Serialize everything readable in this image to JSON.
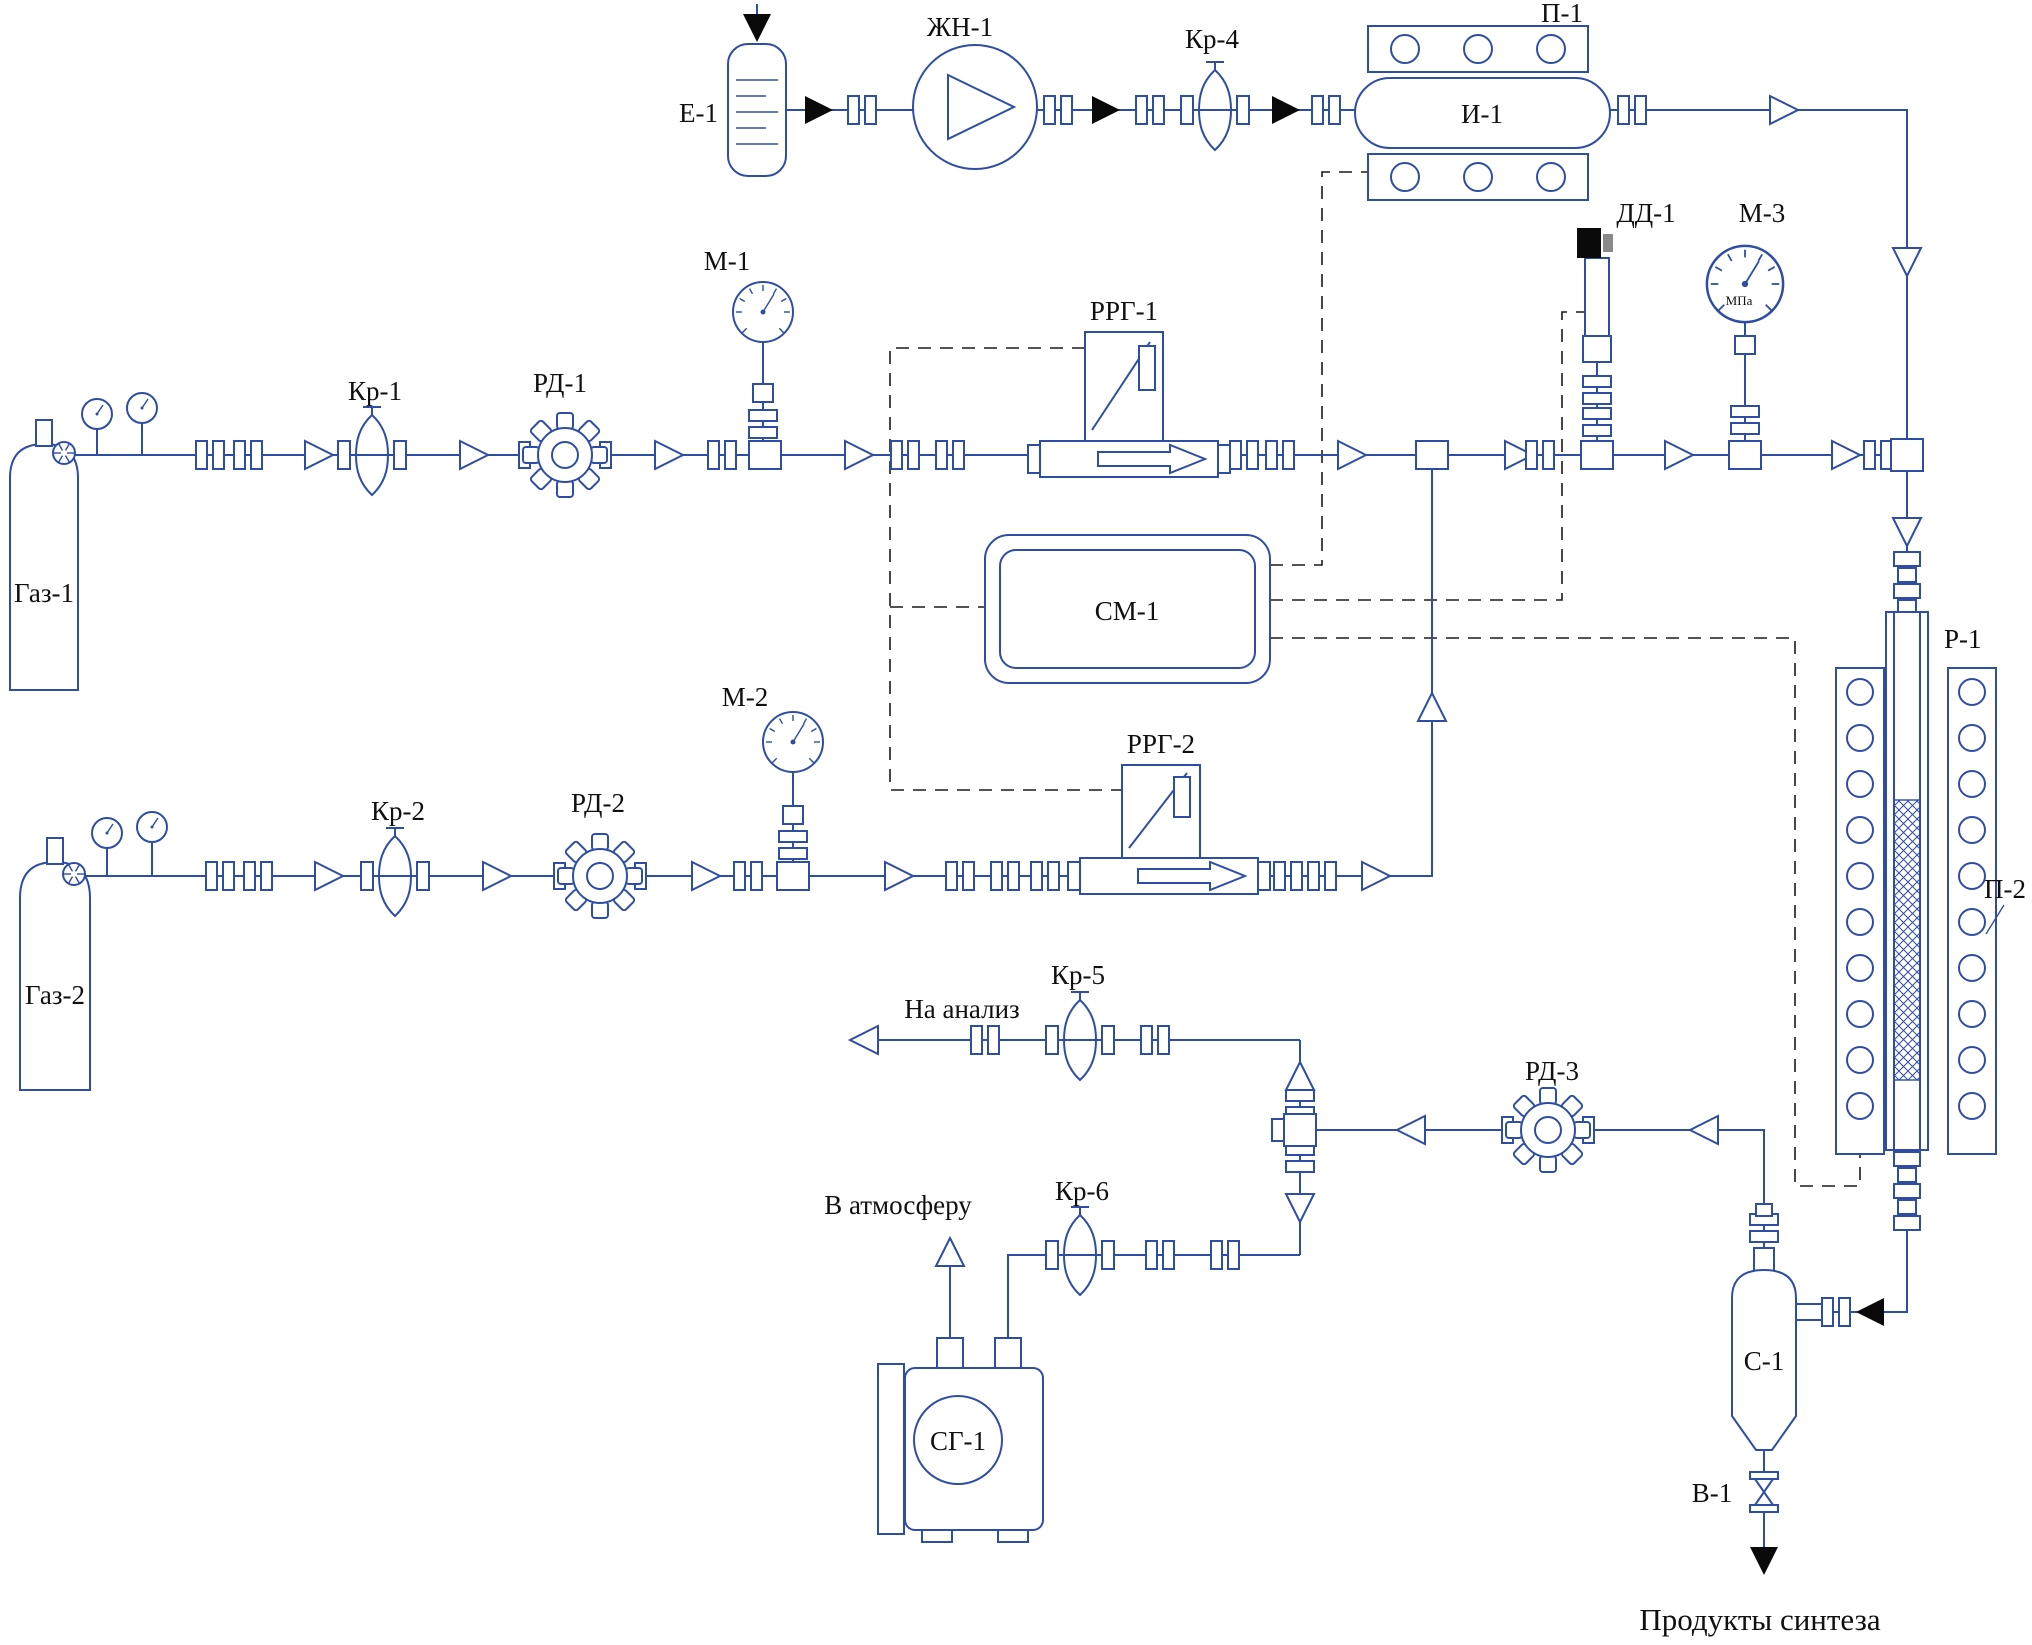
{
  "diagram": {
    "kind": "laboratory-synthesis-process-flow-diagram",
    "labels": {
      "e1": "Е-1",
      "zhn1": "ЖН-1",
      "kr4": "Кр-4",
      "p1": "П-1",
      "i1": "И-1",
      "dd1": "ДД-1",
      "m1": "М-1",
      "m2": "М-2",
      "m3": "М-3",
      "mpa": "МПа",
      "rrg1": "РРГ-1",
      "rrg2": "РРГ-2",
      "kr1": "Кр-1",
      "kr2": "Кр-2",
      "rd1": "РД-1",
      "rd2": "РД-2",
      "gaz1": "Газ-1",
      "gaz2": "Газ-2",
      "sm1": "СМ-1",
      "r1": "Р-1",
      "p2": "П-2",
      "kr5": "Кр-5",
      "kr6": "Кр-6",
      "rd3": "РД-3",
      "na_analiz": "На анализ",
      "v_atmosferu": "В атмосферу",
      "sg1": "СГ-1",
      "s1": "С-1",
      "v1": "В-1",
      "produkty_sinteza": "Продукты синтеза"
    },
    "colors": {
      "line": "#2e4da5",
      "signal_dashed": "#1a1a1a",
      "text": "#101010",
      "arrow_fill": "#000000",
      "background": "#ffffff"
    }
  }
}
